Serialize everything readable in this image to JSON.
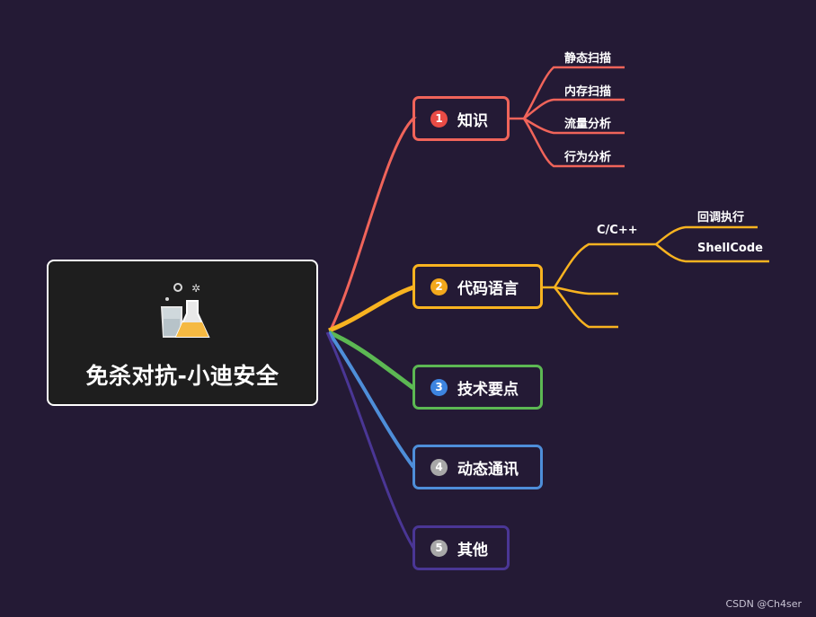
{
  "root": {
    "title": "免杀对抗-小迪安全",
    "icon": "flask-beaker-icon"
  },
  "colors": {
    "background": "#241a35",
    "knowledge": "#f0645a",
    "language": "#f8b320",
    "tech": "#5cb853",
    "comm": "#4e8ed9",
    "other": "#4a3695"
  },
  "branches": [
    {
      "num": "1",
      "label": "知识",
      "children": [
        "静态扫描",
        "内存扫描",
        "流量分析",
        "行为分析"
      ]
    },
    {
      "num": "2",
      "label": "代码语言",
      "children": [
        {
          "label": "C/C++",
          "children": [
            "回调执行",
            "ShellCode"
          ]
        },
        {
          "label": ""
        },
        {
          "label": ""
        }
      ]
    },
    {
      "num": "3",
      "label": "技术要点"
    },
    {
      "num": "4",
      "label": "动态通讯"
    },
    {
      "num": "5",
      "label": "其他"
    }
  ],
  "watermark": "CSDN @Ch4ser"
}
